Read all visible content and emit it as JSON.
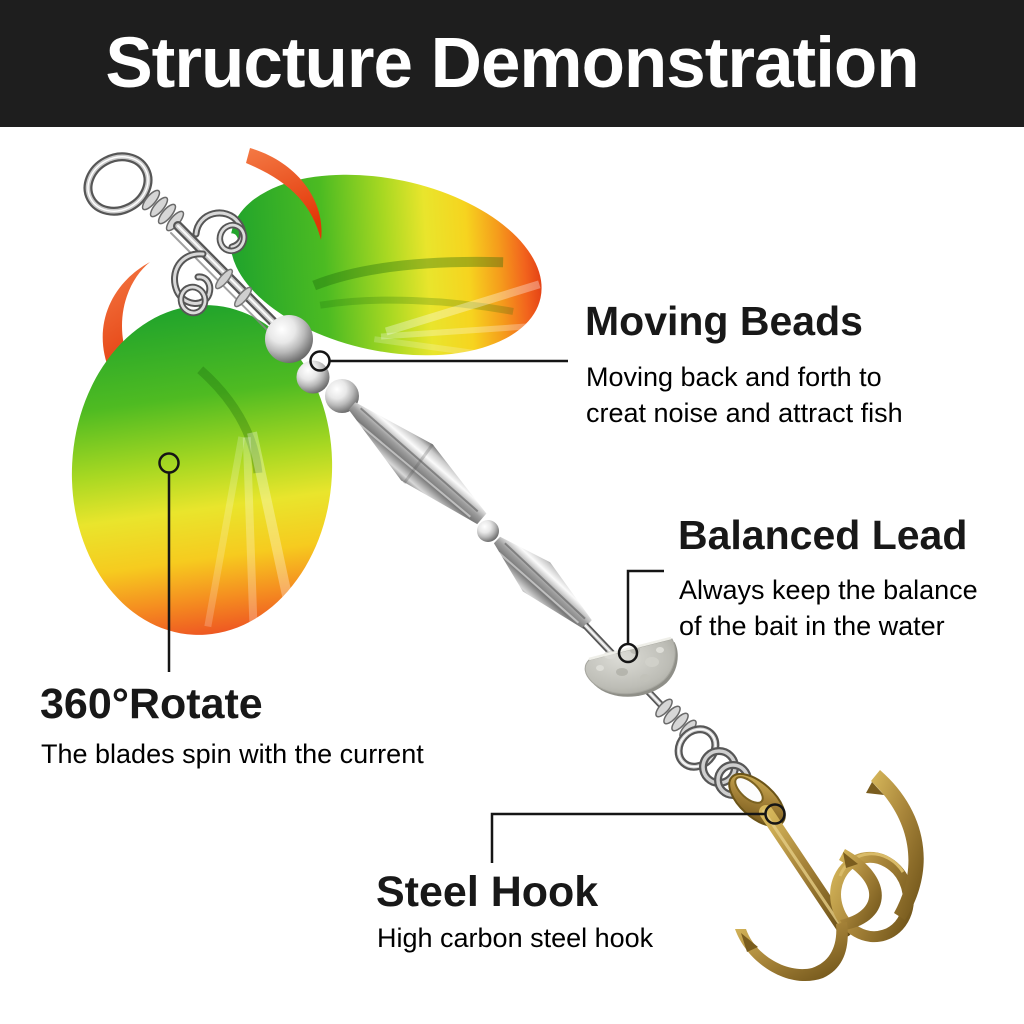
{
  "header": {
    "title": "Structure Demonstration"
  },
  "callouts": {
    "moving_beads": {
      "title": "Moving Beads",
      "line1": "Moving back and forth to",
      "line2": "creat noise and attract fish"
    },
    "balanced_lead": {
      "title": "Balanced Lead",
      "line1": "Always keep the balance",
      "line2": "of the bait in the water"
    },
    "rotate": {
      "title": "360°Rotate",
      "line1": "The blades spin with the current"
    },
    "steel_hook": {
      "title": "Steel Hook",
      "line1": "High carbon steel hook"
    }
  },
  "illustration": {
    "parts": [
      "snap-swivel",
      "spinner-blade-upper",
      "spinner-blade-lower",
      "rotation-swoosh",
      "moving-beads",
      "metal-body-weights",
      "balanced-lead-fan",
      "wire-loop-and-split-rings",
      "treble-steel-hook"
    ]
  },
  "colors": {
    "header_bg": "#1e1e1e",
    "header_fg": "#ffffff",
    "heading_text": "#181818",
    "body_text": "#8a8a8a",
    "leader_line": "#151515",
    "blade_green": "#22a52a",
    "blade_yellow": "#ece62b",
    "blade_orange": "#ee5722",
    "swoosh_red": "#e23607",
    "metal_silver": "#c9c9c9",
    "lead_gray": "#c9c9c3",
    "hook_brass": "#a8853a"
  }
}
